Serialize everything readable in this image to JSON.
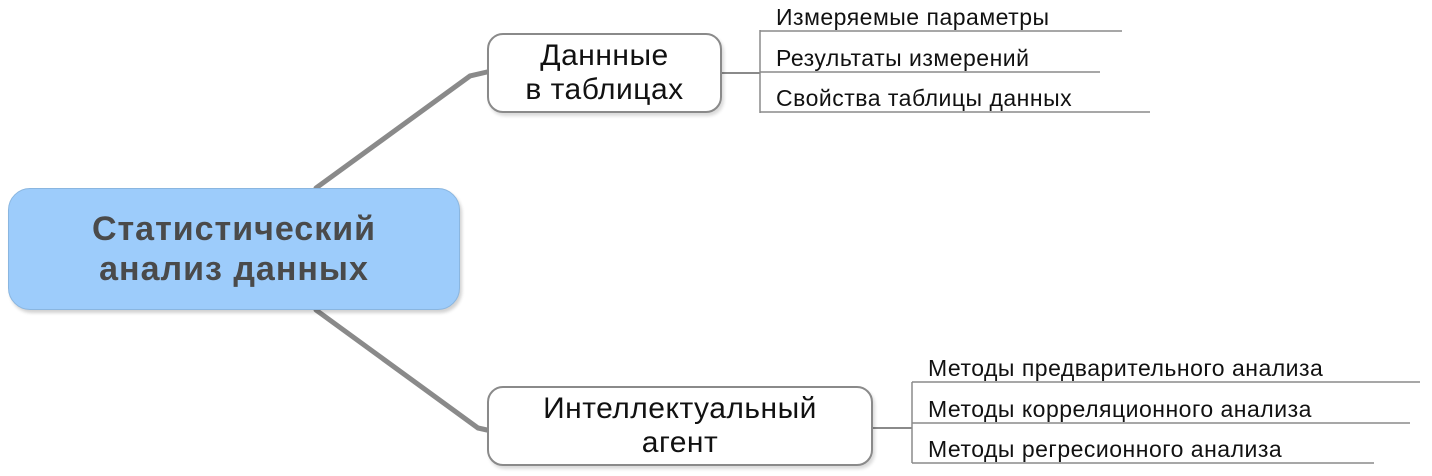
{
  "root": {
    "line1": "Статистический",
    "line2": "анализ данных"
  },
  "branches": [
    {
      "line1": "Даннные",
      "line2": "в таблицах",
      "leaves": [
        "Измеряемые параметры",
        "Результаты измерений",
        "Свойства таблицы данных"
      ]
    },
    {
      "line1": "Интеллектуальный",
      "line2": "агент",
      "leaves": [
        "Методы предварительного анализа",
        "Методы корреляционного анализа",
        "Методы регресионного анализа"
      ]
    }
  ],
  "colors": {
    "root_fill": "#9dccfb",
    "root_text": "#4a4a4a",
    "connector": "#8a8a8a"
  }
}
